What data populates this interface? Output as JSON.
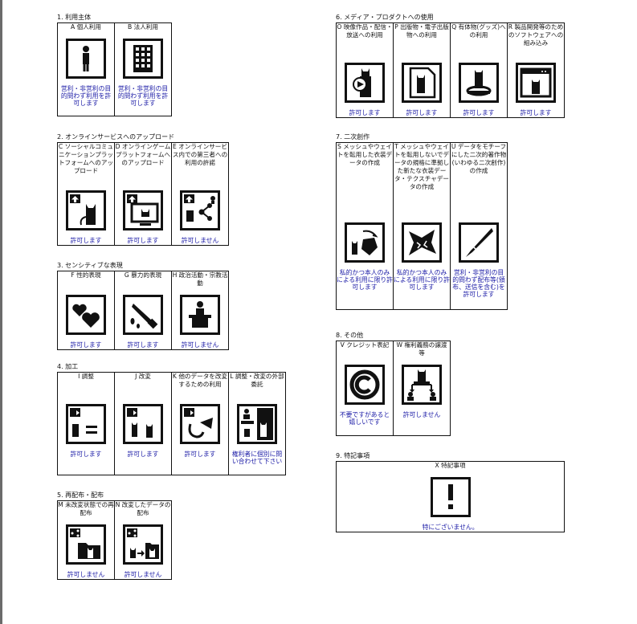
{
  "sections": [
    {
      "id": "s1",
      "title": "1. 利用主体",
      "items": [
        {
          "header": "A 個人利用",
          "icon": "single-person-icon",
          "status": "営利・非営利の目的問わず利用を許可します"
        },
        {
          "header": "B 法人利用",
          "icon": "office-building-icon",
          "status": "営利・非営利の目的問わず利用を許可します"
        }
      ]
    },
    {
      "id": "s2",
      "title": "2. オンラインサービスへのアップロード",
      "items": [
        {
          "header": "C ソーシャルコミュニケーションプラットフォームへのアップロード",
          "icon": "upload-social-platform-icon",
          "status": "許可します"
        },
        {
          "header": "D オンラインゲームプラットフォームへのアップロード",
          "icon": "upload-game-platform-icon",
          "status": "許可します"
        },
        {
          "header": "E オンラインサービス内での第三者への利用の許諾",
          "icon": "upload-share-third-party-icon",
          "status": "許可しません"
        }
      ]
    },
    {
      "id": "s3",
      "title": "3. センシティブな表現",
      "items": [
        {
          "header": "F 性的表現",
          "icon": "hearts-icon",
          "status": "許可します"
        },
        {
          "header": "G 暴力的表現",
          "icon": "knife-blood-icon",
          "status": "許可します"
        },
        {
          "header": "H 政治活動・宗教活動",
          "icon": "podium-speaker-icon",
          "status": "許可しません"
        }
      ]
    },
    {
      "id": "s4",
      "title": "4. 加工",
      "items": [
        {
          "header": "I 調整",
          "icon": "adjust-equals-icon",
          "status": "許可します"
        },
        {
          "header": "J 改変",
          "icon": "modify-characters-icon",
          "status": "許可します"
        },
        {
          "header": "K 他のデータを改変するための利用",
          "icon": "modify-other-data-icon",
          "status": "許可します"
        },
        {
          "header": "L 調整・改変の外部委託",
          "icon": "outsourcing-icon",
          "status": "権利者に個別に問い合わせて下さい"
        }
      ]
    },
    {
      "id": "s5",
      "title": "5. 再配布・配布",
      "items": [
        {
          "header": "M 未改変状態での再配布",
          "icon": "redistribute-unmodified-icon",
          "status": "許可しません"
        },
        {
          "header": "N 改変したデータの配布",
          "icon": "redistribute-modified-icon",
          "status": "許可しません"
        }
      ]
    },
    {
      "id": "s6",
      "title": "6. メディア・プロダクトへの使用",
      "items": [
        {
          "header": "O 映像作品・配信・放送への利用",
          "icon": "video-media-icon",
          "status": "許可します"
        },
        {
          "header": "P 出版物・電子出版物への利用",
          "icon": "publication-icon",
          "status": "許可します"
        },
        {
          "header": "Q 有体物(グッズ)への利用",
          "icon": "figure-goods-icon",
          "status": "許可します"
        },
        {
          "header": "R 製品開発等のためのソフトウェアへの組み込み",
          "icon": "software-window-icon",
          "status": "許可します"
        }
      ]
    },
    {
      "id": "s7",
      "title": "7. 二次創作",
      "items": [
        {
          "header": "S メッシュやウェイトを転用した衣装データの作成",
          "icon": "costume-transfer-icon",
          "status": "私的かつ本人のみによる利用に限り許可します"
        },
        {
          "header": "T メッシュやウェイトを転用しないでデータの規格に準拠した新たな衣装データ・テクスチャデータの作成",
          "icon": "costume-original-icon",
          "status": "私的かつ本人のみによる利用に限り許可します"
        },
        {
          "header": "U データをモチーフにした二次的著作物(いわゆる二次創作)の作成",
          "icon": "pen-nib-icon",
          "status": "営利・非営利の目的問わず配布等(頒布、送信を含む)を許可します"
        }
      ]
    },
    {
      "id": "s8",
      "title": "8. その他",
      "items": [
        {
          "header": "V クレジット表記",
          "icon": "copyright-icon",
          "status": "不要ですがあると嬉しいです"
        },
        {
          "header": "W 権利義務の譲渡等",
          "icon": "rights-transfer-icon",
          "status": "許可しません"
        }
      ]
    },
    {
      "id": "s9",
      "title": "9. 特記事項",
      "items": [
        {
          "header": "X 特記事項",
          "icon": "exclamation-icon",
          "status": "特にございません。"
        }
      ]
    }
  ]
}
